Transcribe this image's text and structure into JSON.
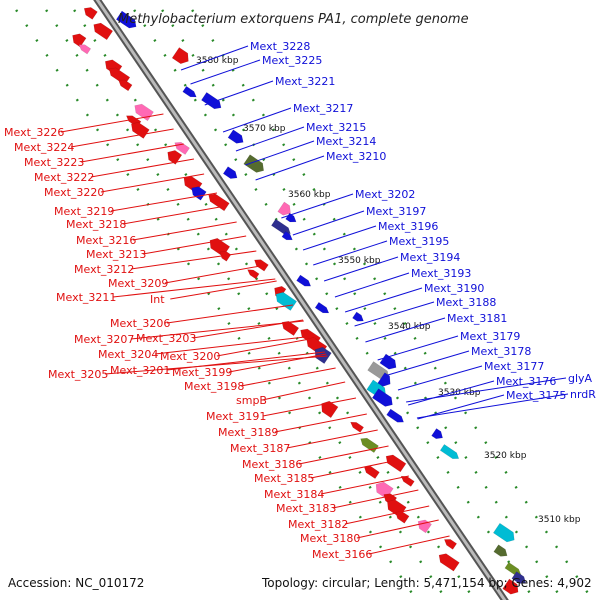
{
  "title": "Methylobacterium extorquens PA1, complete genome",
  "footer": {
    "accession": "Accession: NC_010172",
    "topology": "Topology: circular; Length: 5,471,154 bp; Genes: 4,902"
  },
  "colors": {
    "forward": "#1010d8",
    "reverse": "#e01010",
    "backbone": "#8a8a8a",
    "ticks": "#2a8a2a"
  },
  "kbp_markers": [
    "3580 kbp",
    "3570 kbp",
    "3560 kbp",
    "3550 kbp",
    "3540 kbp",
    "3530 kbp",
    "3520 kbp",
    "3510 kbp"
  ],
  "right_labels": [
    "Mext_3228",
    "Mext_3225",
    "Mext_3221",
    "Mext_3217",
    "Mext_3215",
    "Mext_3214",
    "Mext_3210",
    "Mext_3202",
    "Mext_3197",
    "Mext_3196",
    "Mext_3195",
    "Mext_3194",
    "Mext_3193",
    "Mext_3190",
    "Mext_3188",
    "Mext_3181",
    "Mext_3179",
    "Mext_3178",
    "Mext_3177",
    "Mext_3176",
    "Mext_3175",
    "glyA",
    "nrdR"
  ],
  "left_labels": [
    "Mext_3226",
    "Mext_3224",
    "Mext_3223",
    "Mext_3222",
    "Mext_3220",
    "Mext_3219",
    "Mext_3218",
    "Mext_3216",
    "Mext_3213",
    "Mext_3212",
    "Mext_3209",
    "Mext_3211",
    "Int",
    "Mext_3206",
    "Mext_3207",
    "Mext_3203",
    "Mext_3204",
    "Mext_3200",
    "Mext_3205",
    "Mext_3201",
    "Mext_3199",
    "Mext_3198",
    "smpB",
    "Mext_3191",
    "Mext_3189",
    "Mext_3187",
    "Mext_3186",
    "Mext_3185",
    "Mext_3184",
    "Mext_3183",
    "Mext_3182",
    "Mext_3180",
    "Mext_3166"
  ]
}
